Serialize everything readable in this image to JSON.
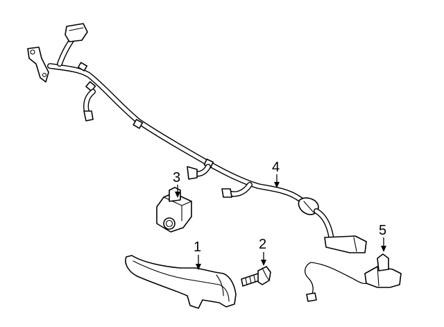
{
  "diagram": {
    "callouts": [
      {
        "id": "c1",
        "label": "1",
        "part": "bracket"
      },
      {
        "id": "c2",
        "label": "2",
        "part": "bolt"
      },
      {
        "id": "c3",
        "label": "3",
        "part": "parking-sensor"
      },
      {
        "id": "c4",
        "label": "4",
        "part": "wiring-harness"
      },
      {
        "id": "c5",
        "label": "5",
        "part": "sensor-pigtail-harness"
      }
    ],
    "colors": {
      "line": "#000000",
      "fill": "#ffffff",
      "background": "#ffffff"
    }
  }
}
